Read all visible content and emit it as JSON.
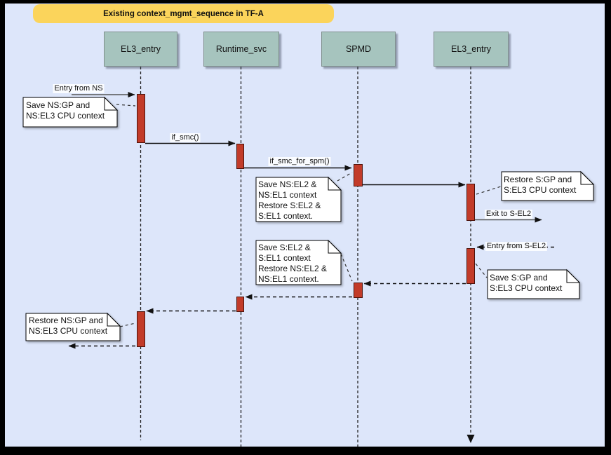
{
  "title": "Existing context_mgmt_sequence in TF-A",
  "lifelines": [
    {
      "label": "EL3_entry"
    },
    {
      "label": "Runtime_svc"
    },
    {
      "label": "SPMD"
    },
    {
      "label": "EL3_entry"
    }
  ],
  "messages": {
    "entry_from_ns": "Entry from NS",
    "if_smc": "if_smc()",
    "if_smc_for_spm": "if_smc_for_spm()",
    "exit_to_sel2": "Exit to S-EL2",
    "entry_from_sel2": "Entry from S-EL2"
  },
  "notes": {
    "save_ns_gp": {
      "lines": [
        "Save NS:GP and",
        "NS:EL3 CPU context"
      ]
    },
    "save_ns_el2": {
      "lines": [
        "Save NS:EL2 &",
        "NS:EL1 context",
        "Restore S:EL2 &",
        "S:EL1 context."
      ]
    },
    "restore_s_gp": {
      "lines": [
        "Restore S:GP and",
        "S:EL3 CPU context"
      ]
    },
    "save_s_el2": {
      "lines": [
        "Save S:EL2 &",
        "S:EL1 context",
        "Restore NS:EL2 &",
        "NS:EL1 context."
      ]
    },
    "save_s_gp": {
      "lines": [
        "Save S:GP and",
        "S:EL3 CPU context"
      ]
    },
    "restore_ns_gp": {
      "lines": [
        "Restore NS:GP and",
        "NS:EL3 CPU context"
      ]
    }
  },
  "colors": {
    "background": "#DDE6FA",
    "frame": "#000000",
    "title_bg": "#FBD45B",
    "header_bg": "#A6C4BE",
    "activation": "#C23B29",
    "note_bg": "#FFFFFF"
  }
}
